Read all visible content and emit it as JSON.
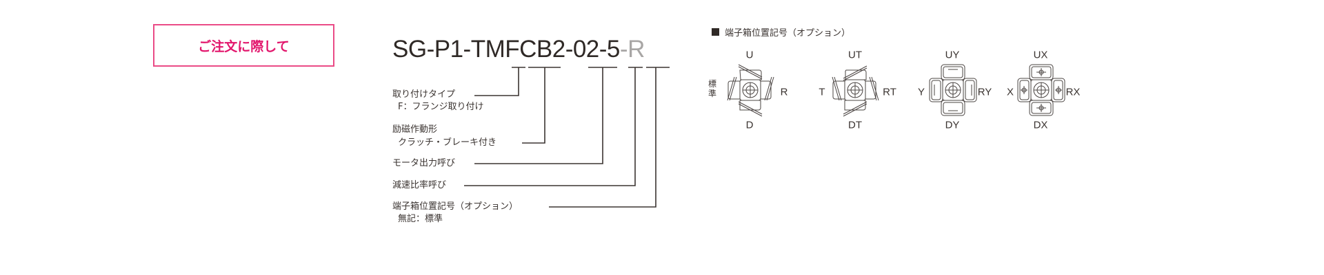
{
  "order_button": {
    "label": "ご注文に際して",
    "border_color": "#ea4a86",
    "text_color": "#e2166c"
  },
  "model_code": {
    "main": "SG-P1-TMFCB2-02-5",
    "separator": "-",
    "option": "R"
  },
  "code_legend": [
    {
      "title": "取り付けタイプ",
      "detail": "F：フランジ取り付け"
    },
    {
      "title": "励磁作動形",
      "detail": "クラッチ・ブレーキ付き"
    },
    {
      "title": "モータ出力呼び",
      "detail": ""
    },
    {
      "title": "減速比率呼び",
      "detail": ""
    },
    {
      "title": "端子箱位置記号（オプション）",
      "detail": "無記：標準"
    }
  ],
  "terminal_box": {
    "heading": "端子箱位置記号（オプション）",
    "standard_label": "標準",
    "diagrams": [
      {
        "id": "standard",
        "top": "U",
        "bottom": "D",
        "left": "",
        "right": "R",
        "style": "diagonal"
      },
      {
        "id": "T",
        "top": "UT",
        "bottom": "DT",
        "left": "T",
        "right": "RT",
        "style": "diagonal-rev"
      },
      {
        "id": "Y",
        "top": "UY",
        "bottom": "DY",
        "left": "Y",
        "right": "RY",
        "style": "bar"
      },
      {
        "id": "X",
        "top": "UX",
        "bottom": "DX",
        "left": "X",
        "right": "RX",
        "style": "target"
      }
    ]
  }
}
